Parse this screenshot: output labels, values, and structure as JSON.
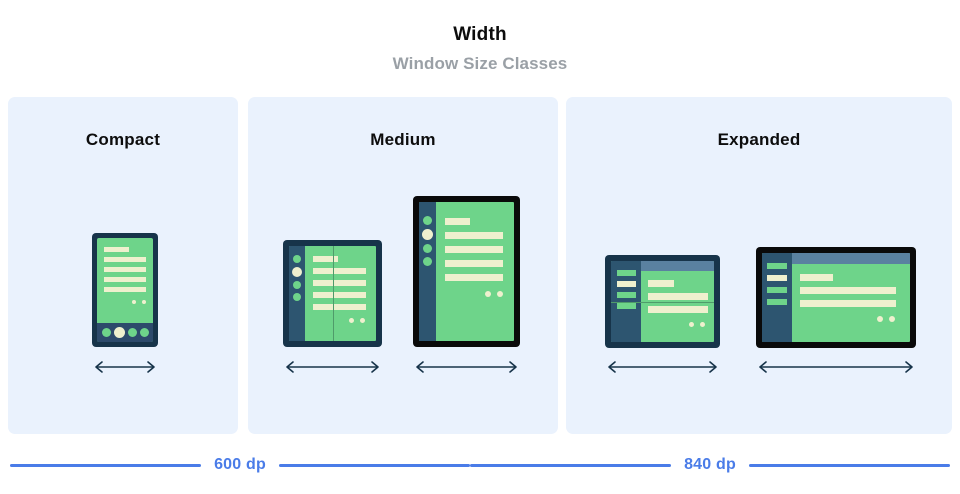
{
  "header": {
    "title": "Width",
    "subtitle": "Window Size Classes"
  },
  "panels": [
    {
      "key": "compact",
      "label": "Compact"
    },
    {
      "key": "medium",
      "label": "Medium"
    },
    {
      "key": "expanded",
      "label": "Expanded"
    }
  ],
  "breakpoints": [
    {
      "key": "bp600",
      "label": "600 dp"
    },
    {
      "key": "bp840",
      "label": "840 dp"
    }
  ],
  "devices": {
    "phone": "phone-portrait",
    "foldable_portrait": "foldable-portrait",
    "tablet_portrait": "tablet-portrait",
    "foldable_landscape": "foldable-landscape",
    "tablet_landscape": "tablet-landscape"
  },
  "arrows": {
    "compact": "width-arrow-compact",
    "medium_foldable": "width-arrow-foldable-portrait",
    "medium_tablet": "width-arrow-tablet-portrait",
    "expanded_foldable": "width-arrow-foldable-landscape",
    "expanded_tablet": "width-arrow-tablet-landscape"
  },
  "colors": {
    "panel_background": "#eaf2fd",
    "page_background": "#ffffff",
    "screen_green": "#6ed48a",
    "content_cream": "#eff0ce",
    "frame_navy": "#17344a",
    "frame_black": "#0a0a0a",
    "rail_blue": "#2d5570",
    "topbar_blue": "#5a81a0",
    "navbar_blue": "#2d4a6b",
    "accent_blue": "#4a7ce8",
    "title_text": "#0d0d0d",
    "subtitle_text": "#9aa0a6"
  }
}
